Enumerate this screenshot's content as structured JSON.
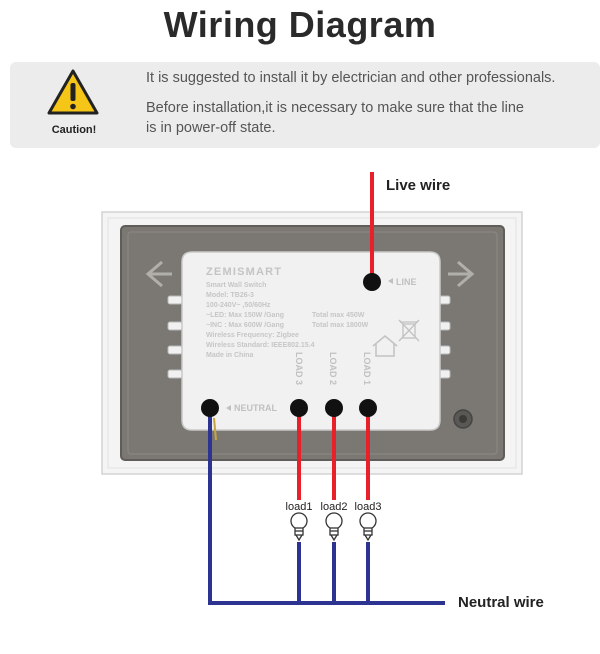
{
  "title": "Wiring Diagram",
  "caution": {
    "label": "Caution!",
    "lines": [
      "It is suggested to install it by electrician and other professionals.",
      "Before installation,it is necessary to make sure that the line",
      "is in power-off state."
    ]
  },
  "device": {
    "brand": "ZEMISMART",
    "info": [
      "Smart Wall Switch",
      "Model: TB26-3",
      "100-240V~ ,50/60Hz",
      "~LED: Max 150W /Gang",
      "~INC : Max 600W /Gang",
      "Wireless Frequency: Zigbee",
      "Wireless Standard: IEEE802.15.4",
      "Made in China"
    ],
    "total_led": "Total max 450W",
    "total_inc": "Total max 1800W",
    "terminal_line": "LINE",
    "terminal_neutral": "NEUTRAL",
    "terminal_load1": "LOAD 1",
    "terminal_load2": "LOAD 2",
    "terminal_load3": "LOAD 3"
  },
  "labels": {
    "live_wire": "Live wire",
    "neutral_wire": "Neutral wire",
    "load1": "load1",
    "load2": "load2",
    "load3": "load3"
  },
  "colors": {
    "live": "#e8202a",
    "neutral": "#2c3390",
    "plate": "#f4f4f4",
    "back_plate": "#7a7773",
    "module": "#f1f1f1"
  }
}
